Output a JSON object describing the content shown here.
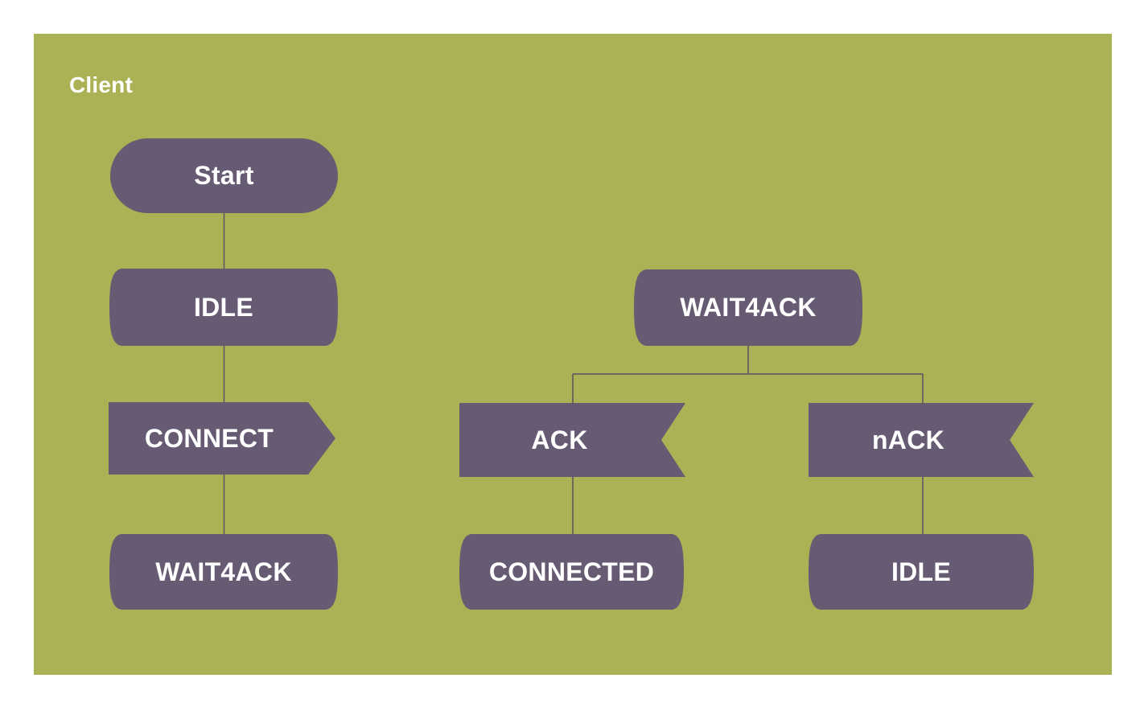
{
  "canvas": {
    "title": "Client"
  },
  "colors": {
    "page_background": "#ffffff",
    "canvas_background": "#abb155",
    "shape": "#665b73",
    "connector": "#5a5164",
    "text": "#ffffff"
  },
  "nodes": {
    "start": {
      "label": "Start",
      "shape": "terminator"
    },
    "idle_left": {
      "label": "IDLE",
      "shape": "state-barrel"
    },
    "connect": {
      "label": "CONNECT",
      "shape": "signal-out-arrow"
    },
    "wait4ack_left": {
      "label": "WAIT4ACK",
      "shape": "state-barrel"
    },
    "wait4ack_right": {
      "label": "WAIT4ACK",
      "shape": "state-barrel"
    },
    "ack": {
      "label": "ACK",
      "shape": "signal-in-flag"
    },
    "nack": {
      "label": "nACK",
      "shape": "signal-in-flag"
    },
    "connected": {
      "label": "CONNECTED",
      "shape": "state-barrel"
    },
    "idle_right": {
      "label": "IDLE",
      "shape": "state-barrel"
    }
  },
  "edges": [
    {
      "from": "start",
      "to": "idle_left"
    },
    {
      "from": "idle_left",
      "to": "connect"
    },
    {
      "from": "connect",
      "to": "wait4ack_left"
    },
    {
      "from": "wait4ack_right",
      "to": "ack"
    },
    {
      "from": "wait4ack_right",
      "to": "nack"
    },
    {
      "from": "ack",
      "to": "connected"
    },
    {
      "from": "nack",
      "to": "idle_right"
    }
  ]
}
